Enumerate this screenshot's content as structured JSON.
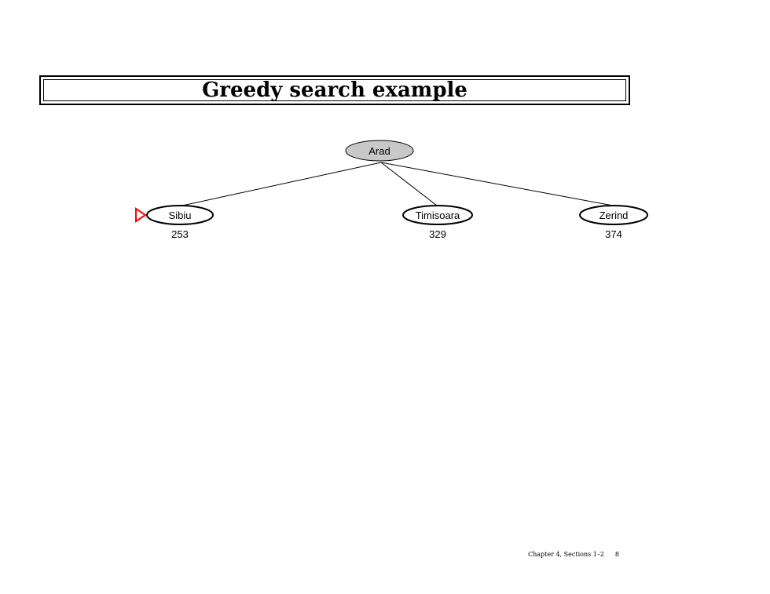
{
  "title": "Greedy search example",
  "tree": {
    "root": {
      "label": "Arad",
      "fill": "#c8c8c8"
    },
    "children": [
      {
        "label": "Sibiu",
        "h": "253"
      },
      {
        "label": "Timisoara",
        "h": "329"
      },
      {
        "label": "Zerind",
        "h": "374"
      }
    ],
    "marker_color": "#ff0000"
  },
  "footer": {
    "chapter": "Chapter 4, Sections 1–2",
    "page": "8"
  }
}
